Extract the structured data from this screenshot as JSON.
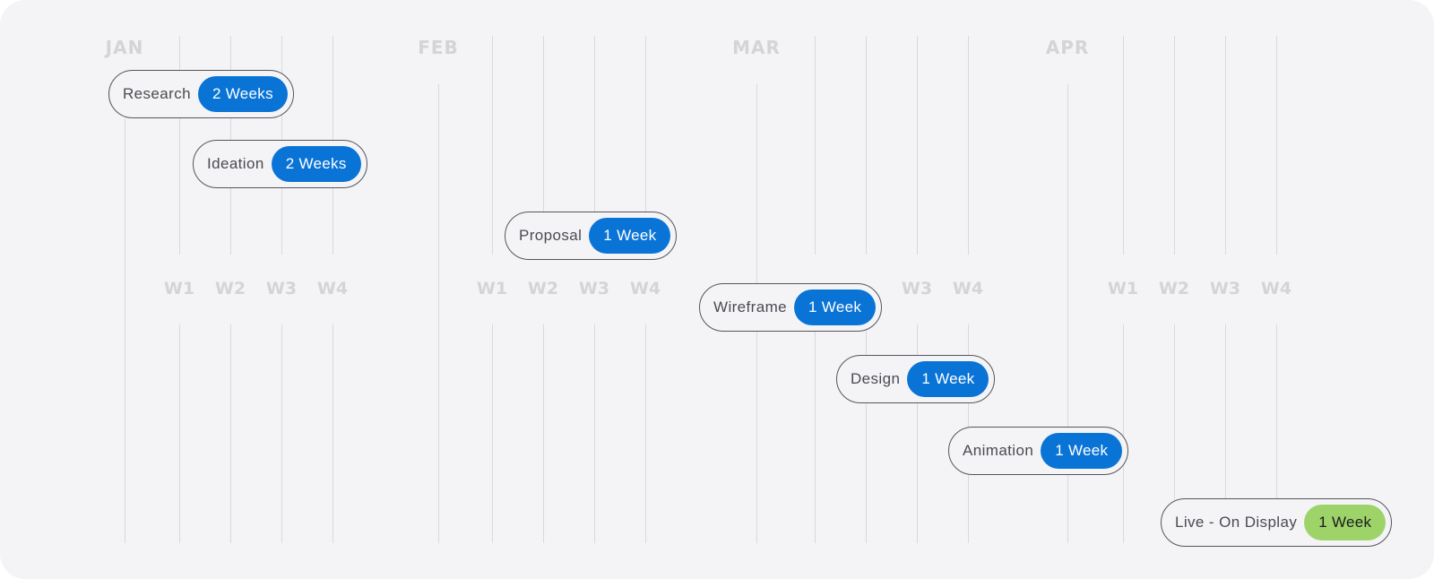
{
  "months": [
    "JAN",
    "FEB",
    "MAR",
    "APR"
  ],
  "weeks": [
    "W1",
    "W2",
    "W3",
    "W4"
  ],
  "tasks": [
    {
      "name": "Research",
      "duration": "2 Weeks",
      "color": "#0a74d6"
    },
    {
      "name": "Ideation",
      "duration": "2 Weeks",
      "color": "#0a74d6"
    },
    {
      "name": "Proposal",
      "duration": "1 Week",
      "color": "#0a74d6"
    },
    {
      "name": "Wireframe",
      "duration": "1 Week",
      "color": "#0a74d6"
    },
    {
      "name": "Design",
      "duration": "1 Week",
      "color": "#0a74d6"
    },
    {
      "name": "Animation",
      "duration": "1 Week",
      "color": "#0a74d6"
    },
    {
      "name": "Live - On Display",
      "duration": "1 Week",
      "color": "#9ed36a"
    }
  ]
}
